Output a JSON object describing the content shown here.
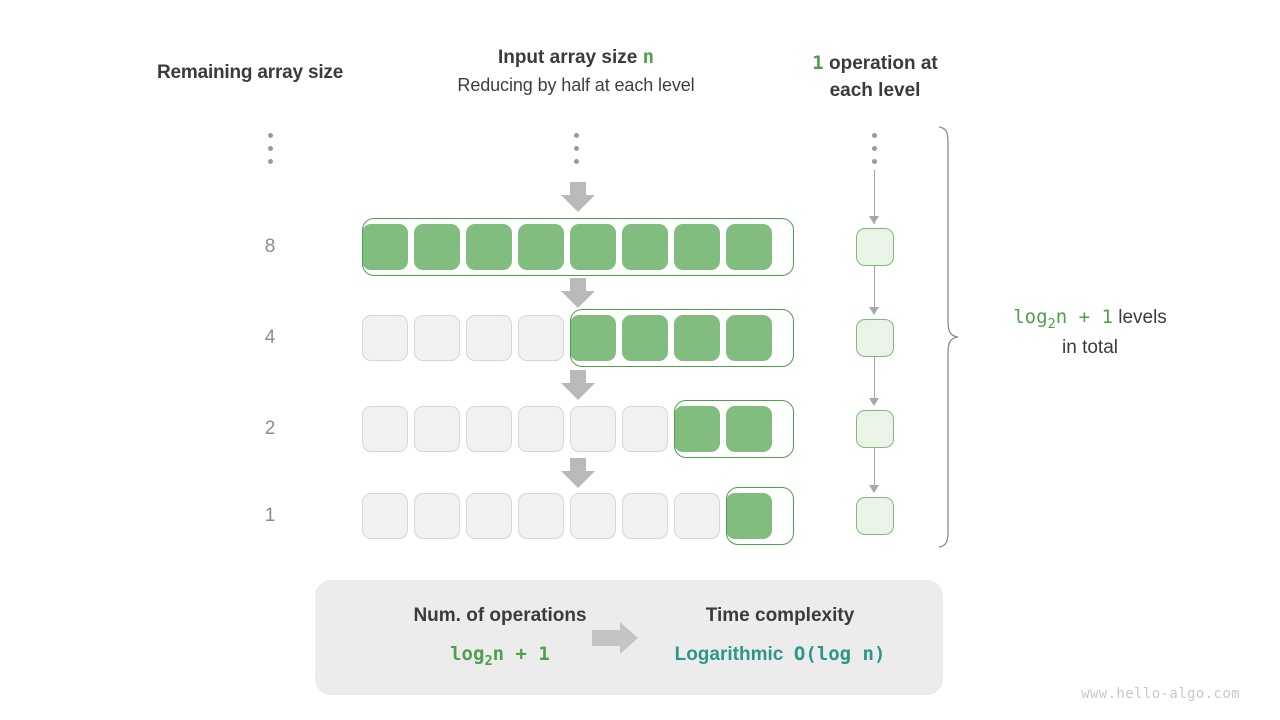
{
  "headers": {
    "left": "Remaining array size",
    "middle_title_text": "Input array size ",
    "middle_title_symbol": "n",
    "middle_subtitle": "Reducing by half at each level",
    "right_count": "1",
    "right_text_line1": " operation at",
    "right_text_line2": "each level"
  },
  "ellipsis": "⋮",
  "array_total_cells": 8,
  "rows": [
    {
      "label": "8",
      "filled": 8,
      "empty": 0
    },
    {
      "label": "4",
      "filled": 4,
      "empty": 4
    },
    {
      "label": "2",
      "filled": 2,
      "empty": 6
    },
    {
      "label": "1",
      "filled": 1,
      "empty": 7
    }
  ],
  "operations_per_level": [
    "1",
    "1",
    "1",
    "1"
  ],
  "levels_note": {
    "formula_pre": "log",
    "formula_sub": "2",
    "formula_post": "n + 1",
    "text": " levels",
    "line2": "in total"
  },
  "summary": {
    "left_title": "Num. of operations",
    "left_formula_pre": "log",
    "left_formula_sub": "2",
    "left_formula_post": "n + 1",
    "arrow": "arrow-right",
    "right_title": "Time complexity",
    "right_value_name": "Logarithmic",
    "right_value_notation": "O(log n)"
  },
  "watermark": "www.hello-algo.com",
  "colors": {
    "green": "#4f9f4d",
    "cell_green": "#82bd80",
    "cell_gray": "#f1f1f1",
    "op_green_bg": "#e9f3e6",
    "op_green_border": "#7fb97c",
    "teal": "#2e9686",
    "arrow_gray": "#b9b9b9",
    "summary_bg": "#ececec"
  }
}
